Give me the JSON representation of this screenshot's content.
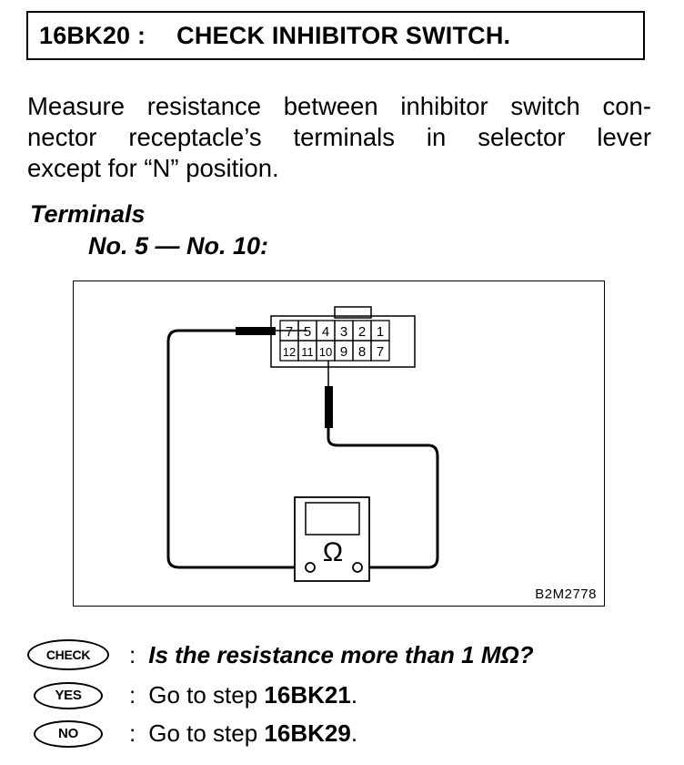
{
  "header": {
    "code": "16BK20 :",
    "title": "CHECK INHIBITOR SWITCH."
  },
  "instruction": {
    "lines": [
      "Measure resistance between inhibitor switch con-",
      "nector receptacle’s terminals in selector lever",
      "except for “N” position."
    ]
  },
  "terminals": {
    "label": "Terminals",
    "value": "No. 5 — No. 10:"
  },
  "diagram": {
    "figure_code": "B2M2778",
    "connector_top_row": [
      "7",
      "5",
      "4",
      "3",
      "2",
      "1"
    ],
    "connector_bottom_row": [
      "12",
      "11",
      "10",
      "9",
      "8",
      "7"
    ],
    "meter_symbol": "Ω"
  },
  "steps": [
    {
      "badge": "CHECK",
      "colon": ":",
      "text": "Is the resistance more than 1 MΩ?"
    },
    {
      "badge": "YES",
      "colon": ":",
      "prefix": "Go to step ",
      "target": "16BK21",
      "suffix": "."
    },
    {
      "badge": "NO",
      "colon": ":",
      "prefix": "Go to step ",
      "target": "16BK29",
      "suffix": "."
    }
  ]
}
